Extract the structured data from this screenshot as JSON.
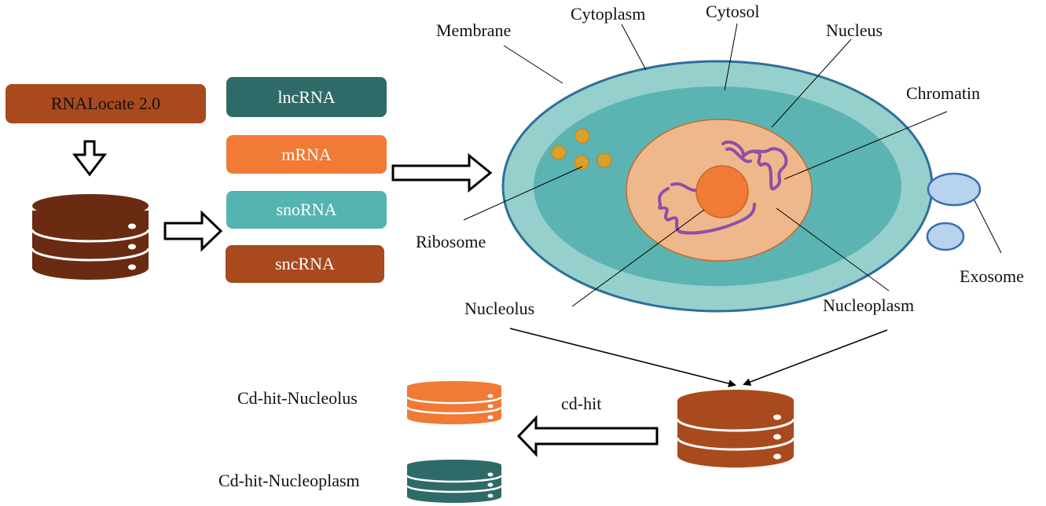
{
  "source_label": "RNALocate 2.0",
  "rna_types": [
    "lncRNA",
    "mRNA",
    "snoRNA",
    "sncRNA"
  ],
  "cell_labels": {
    "membrane": "Membrane",
    "cytoplasm": "Cytoplasm",
    "cytosol": "Cytosol",
    "nucleus": "Nucleus",
    "chromatin": "Chromatin",
    "ribosome": "Ribosome",
    "exosome": "Exosome",
    "nucleolus": "Nucleolus",
    "nucleoplasm": "Nucleoplasm"
  },
  "process_label": "cd-hit",
  "outputs": {
    "nucleolus": "Cd-hit-Nucleolus",
    "nucleoplasm": "Cd-hit-Nucleoplasm"
  },
  "colors": {
    "brown": "#a84a1e",
    "dark_brown": "#6b2a12",
    "teal_dark": "#2e6b68",
    "orange": "#f07a36",
    "teal": "#54b4b1",
    "cell_outer": "#96d0cd",
    "cell_inner": "#5bb4b2",
    "nucleus_fill": "#efb88c",
    "chromatin": "#8e4fa8",
    "ribosome": "#d9a02a",
    "exosome": "#b7d3ee"
  }
}
